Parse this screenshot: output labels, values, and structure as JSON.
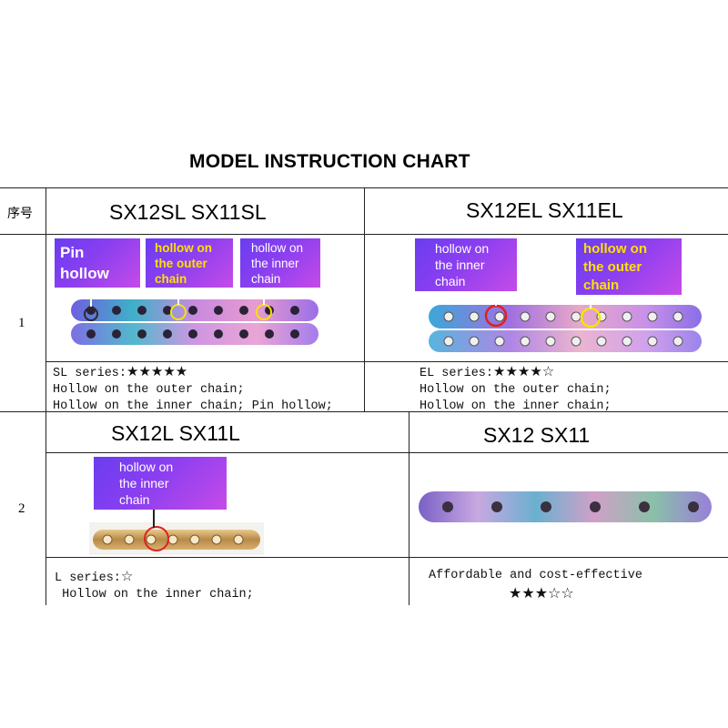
{
  "title": "MODEL INSTRUCTION CHART",
  "table": {
    "index_header": "序号",
    "rows": [
      {
        "index": "1",
        "left": {
          "header": "SX12SL SX11SL",
          "callouts": [
            "Pin\nhollow",
            "hollow on\nthe outer\nchain",
            "hollow on\nthe inner\nchain"
          ],
          "series": "SL series:",
          "stars": "★★★★★",
          "lines": [
            "Hollow on the outer chain;",
            "Hollow on the inner chain; Pin hollow;"
          ]
        },
        "right": {
          "header": "SX12EL SX11EL",
          "callouts": [
            "hollow on\nthe inner\nchain",
            "hollow on\nthe outer\nchain"
          ],
          "series": "EL series:",
          "stars": "★★★★☆",
          "lines": [
            "Hollow on the outer chain;",
            "Hollow on the inner chain;"
          ]
        }
      },
      {
        "index": "2",
        "left": {
          "header": "SX12L SX11L",
          "callouts": [
            "hollow on\nthe inner\nchain"
          ],
          "series": "L series:",
          "stars": "☆",
          "lines": [
            "Hollow on the inner chain;"
          ]
        },
        "right": {
          "header": "SX12 SX11",
          "description": "Affordable and cost-effective",
          "stars": "★★★☆☆"
        }
      }
    ]
  },
  "colors": {
    "callout_purple": "#7a3ef0",
    "callout_yellow_text": "#ffe000",
    "rainbow_chain": "#b06cd8",
    "gold_chain": "#c8a060",
    "highlight_red": "#e02020",
    "highlight_yellow": "#f5e400"
  }
}
